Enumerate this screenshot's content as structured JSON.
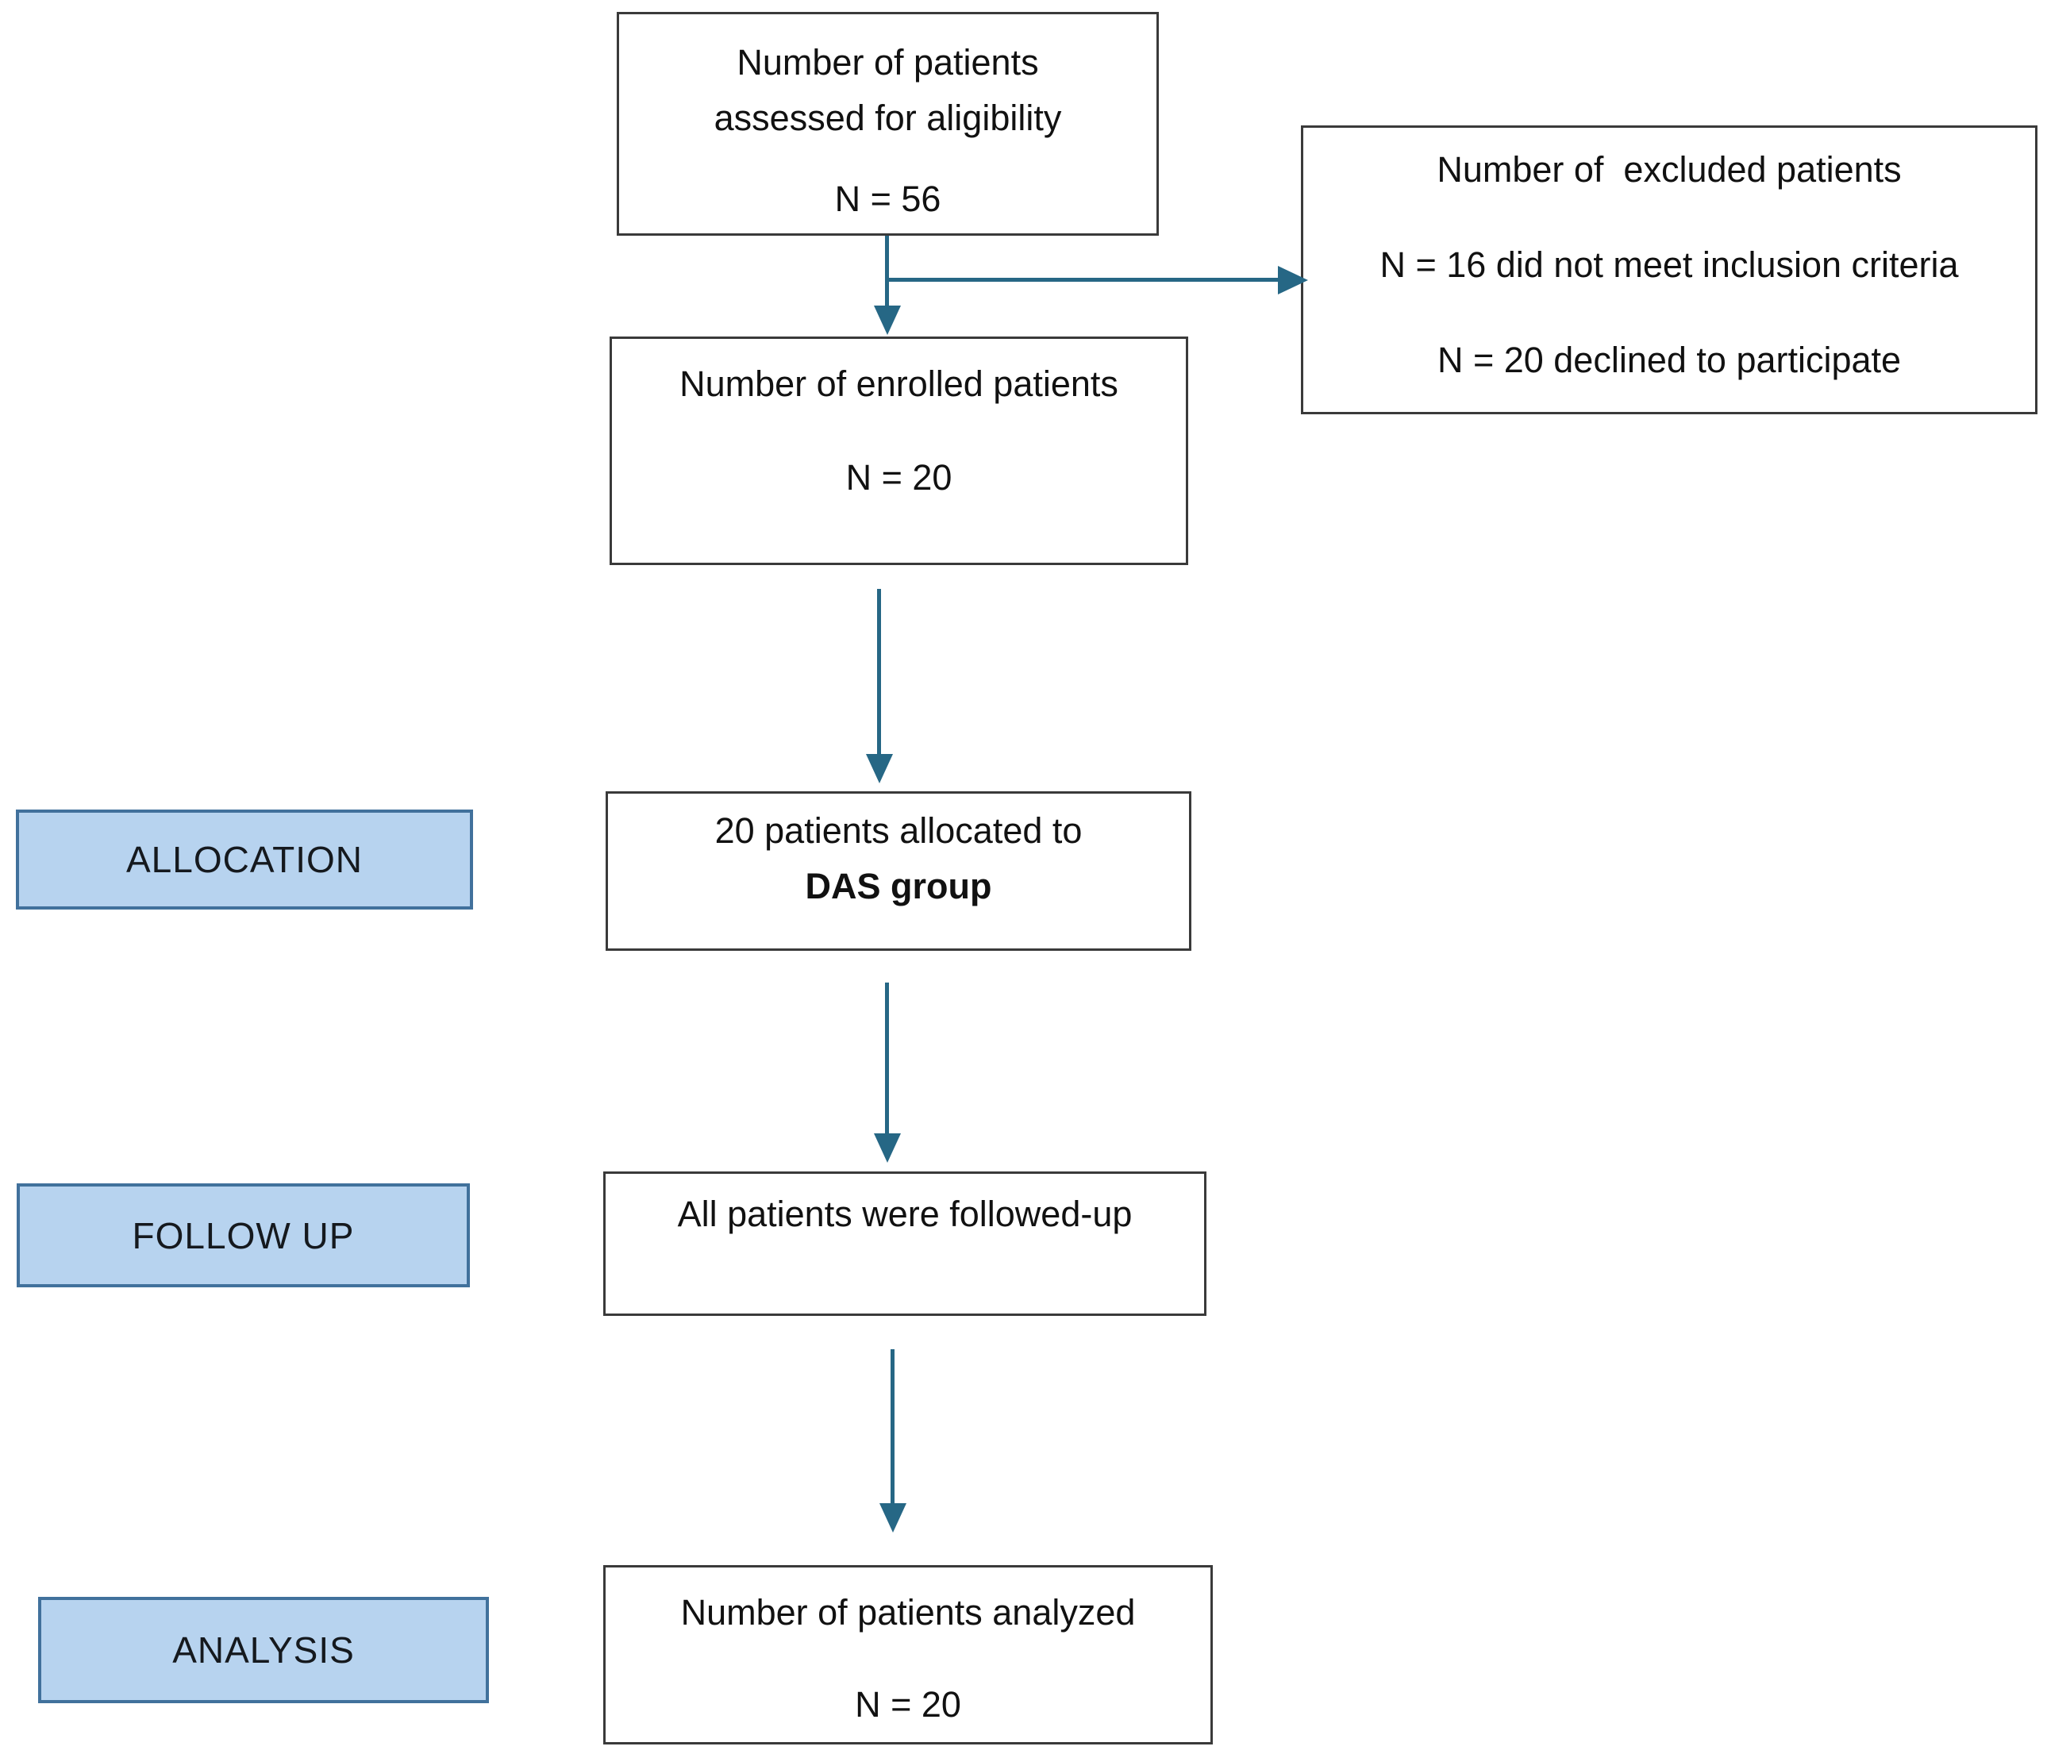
{
  "diagram": {
    "boxes": {
      "assessed": {
        "line1": "Number of patients",
        "line2": "assessed for aligibility",
        "n": "N = 56"
      },
      "excluded": {
        "title": "Number of  excluded patients",
        "reason1": "N = 16 did not meet inclusion criteria",
        "reason2": "N = 20 declined to participate"
      },
      "enrolled": {
        "title": "Number of enrolled patients",
        "n": "N = 20"
      },
      "allocated": {
        "line1": "20 patients allocated to",
        "line2": "DAS group"
      },
      "followup": {
        "title": "All patients were followed-up"
      },
      "analyzed": {
        "title": "Number of patients analyzed",
        "n": "N = 20"
      }
    },
    "labels": {
      "allocation": "ALLOCATION",
      "follow_up": "FOLLOW UP",
      "analysis": "ANALYSIS"
    },
    "colors": {
      "arrow_color": "#266785",
      "label_fill": "#B7D3EF",
      "label_border": "#41719C",
      "box_border": "#3a3a3a"
    }
  }
}
